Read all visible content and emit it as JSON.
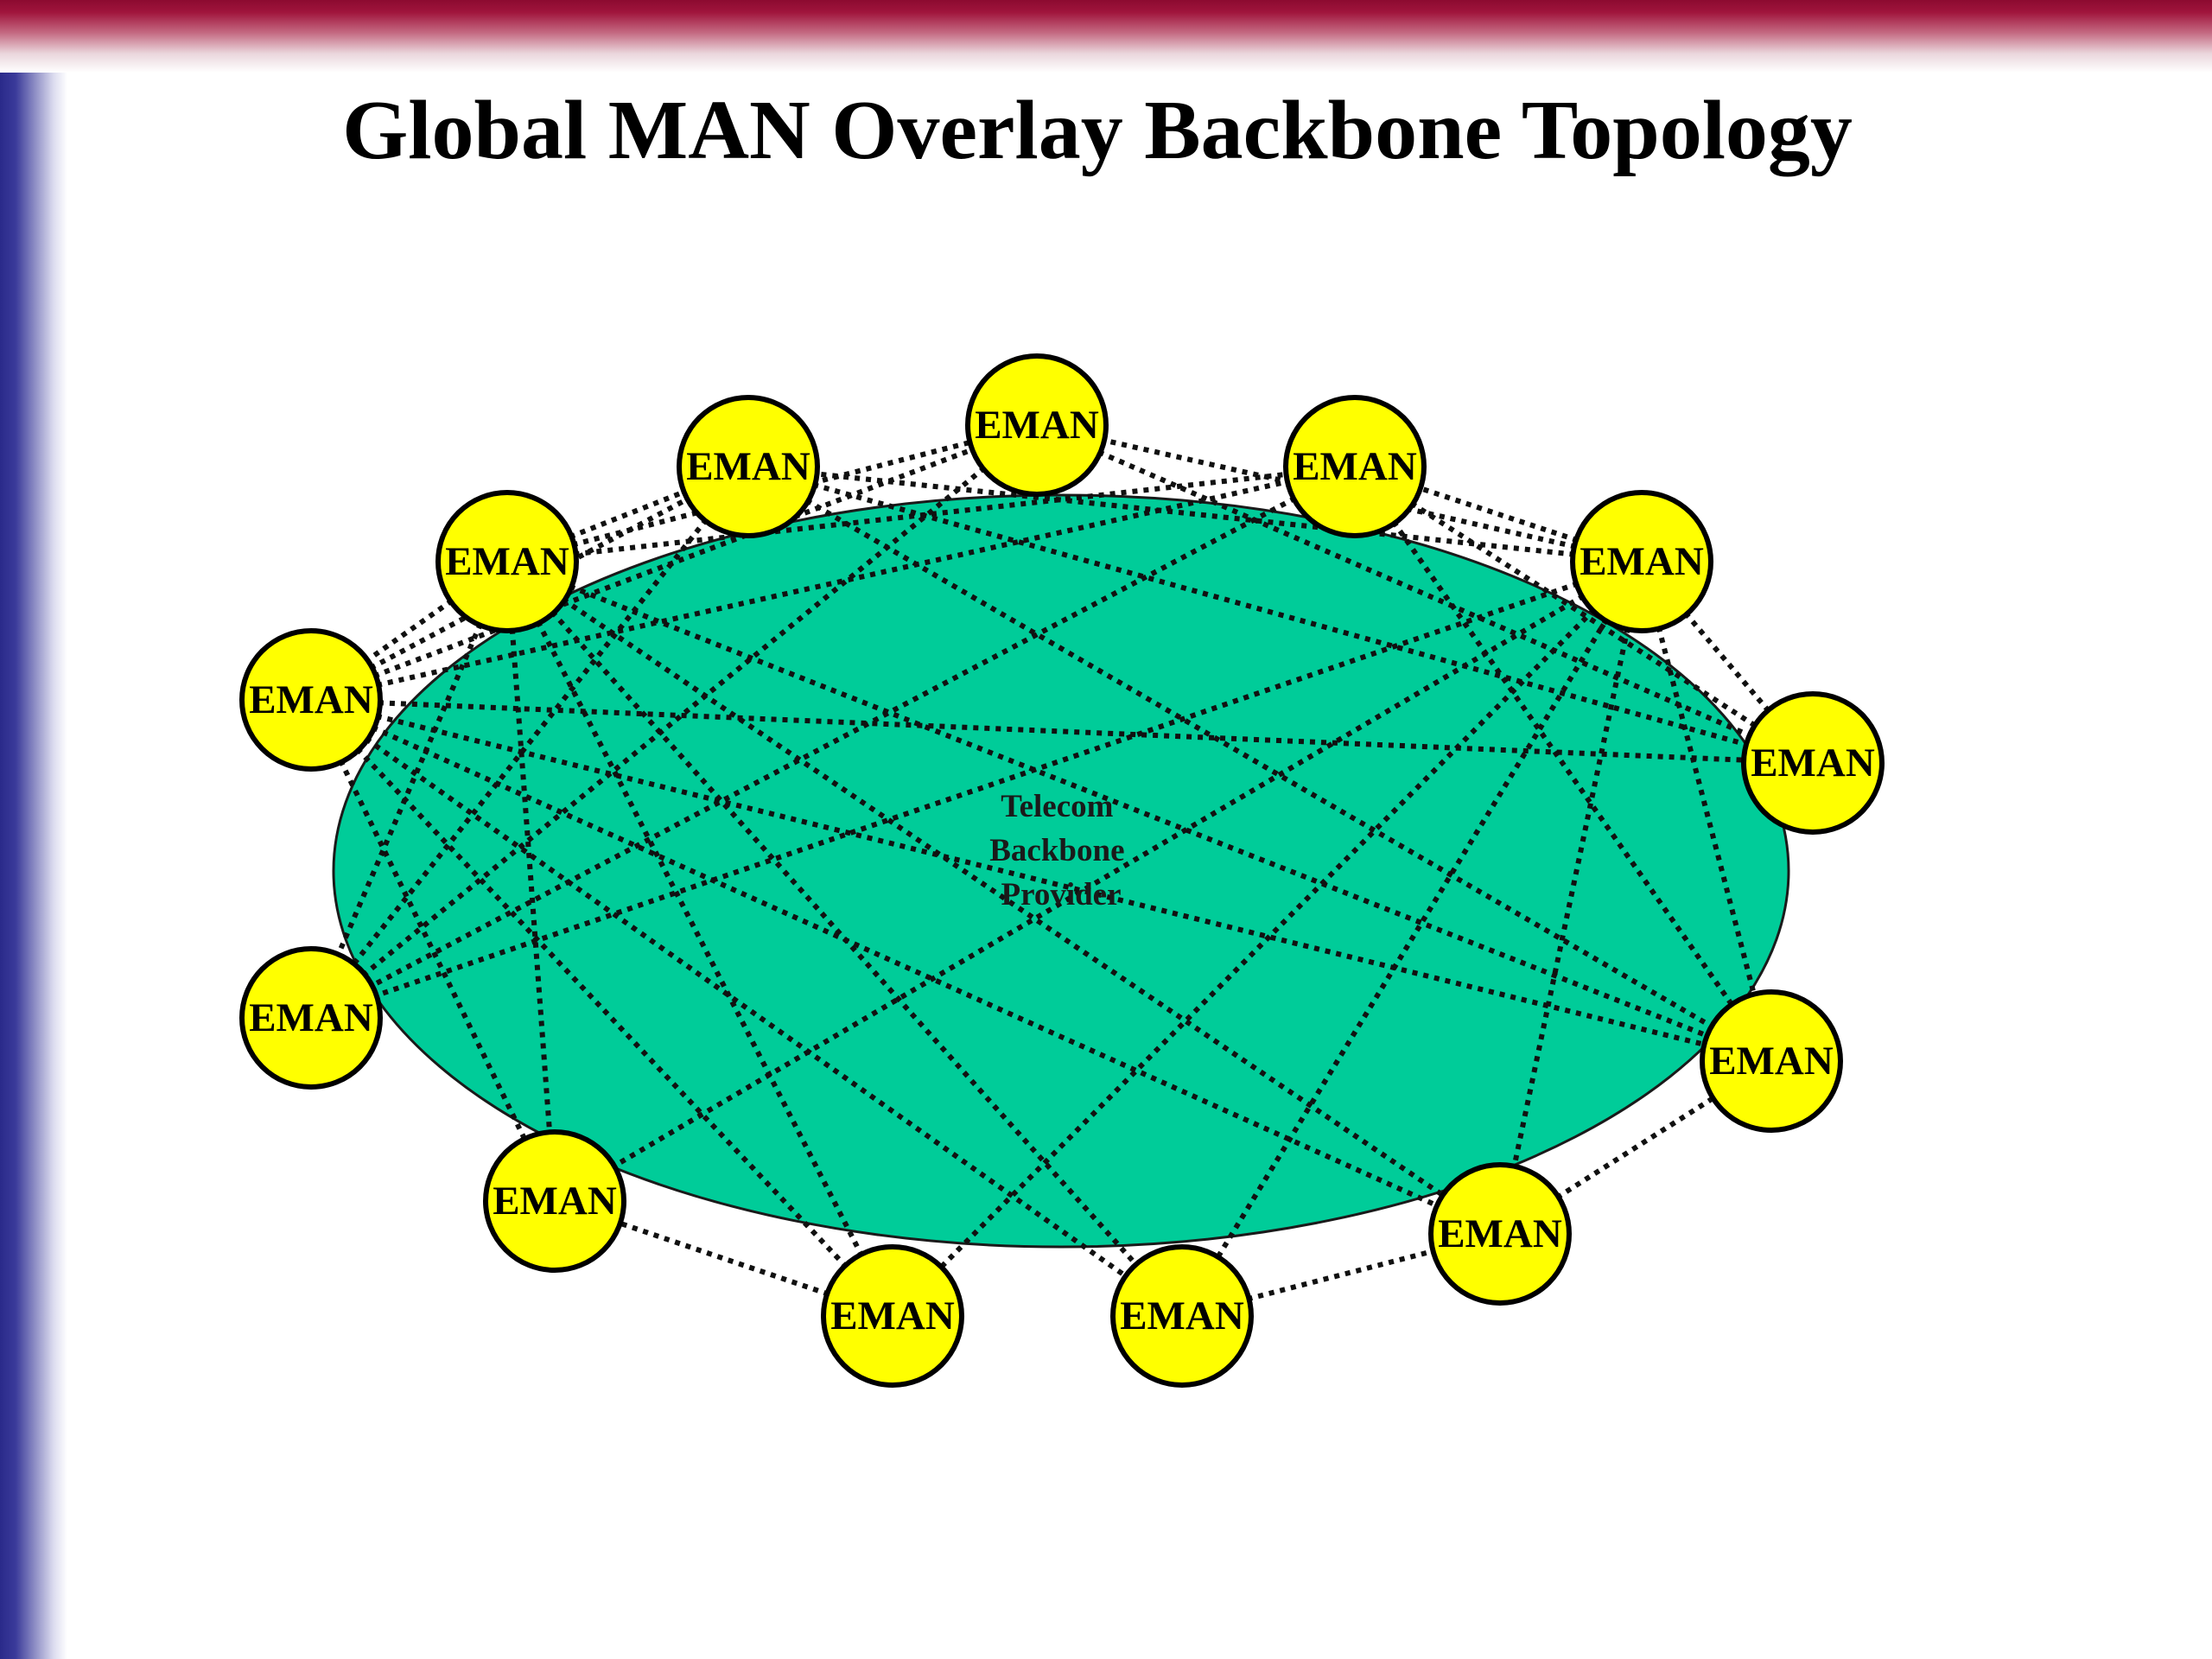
{
  "title": "Global MAN Overlay Backbone Topology",
  "backbone": {
    "label_lines": [
      "Telecom",
      "Backbone",
      "Provider"
    ],
    "fill_color": "#00cc99"
  },
  "node_style": {
    "fill_color": "#ffff00",
    "border_color": "#000000"
  },
  "nodes": [
    {
      "id": "n1",
      "label": "EMAN"
    },
    {
      "id": "n2",
      "label": "EMAN"
    },
    {
      "id": "n3",
      "label": "EMAN"
    },
    {
      "id": "n4",
      "label": "EMAN"
    },
    {
      "id": "n5",
      "label": "EMAN"
    },
    {
      "id": "n6",
      "label": "EMAN"
    },
    {
      "id": "n7",
      "label": "EMAN"
    },
    {
      "id": "n8",
      "label": "EMAN"
    },
    {
      "id": "n9",
      "label": "EMAN"
    },
    {
      "id": "n10",
      "label": "EMAN"
    },
    {
      "id": "n11",
      "label": "EMAN"
    },
    {
      "id": "n12",
      "label": "EMAN"
    },
    {
      "id": "n13",
      "label": "EMAN"
    }
  ],
  "links_style": "dotted",
  "links": [
    [
      "n4",
      "n2"
    ],
    [
      "n4",
      "n3"
    ],
    [
      "n4",
      "n1"
    ],
    [
      "n4",
      "n13"
    ],
    [
      "n4",
      "n12"
    ],
    [
      "n4",
      "n11"
    ],
    [
      "n4",
      "n10"
    ],
    [
      "n4",
      "n9"
    ],
    [
      "n4",
      "n8"
    ],
    [
      "n4",
      "n6"
    ],
    [
      "n5",
      "n3"
    ],
    [
      "n5",
      "n2"
    ],
    [
      "n5",
      "n1"
    ],
    [
      "n5",
      "n13"
    ],
    [
      "n5",
      "n12"
    ],
    [
      "n5",
      "n11"
    ],
    [
      "n5",
      "n10"
    ],
    [
      "n5",
      "n9"
    ],
    [
      "n5",
      "n8"
    ],
    [
      "n5",
      "n7"
    ],
    [
      "n6",
      "n3"
    ],
    [
      "n6",
      "n2"
    ],
    [
      "n6",
      "n1"
    ],
    [
      "n6",
      "n13"
    ],
    [
      "n6",
      "n12"
    ],
    [
      "n6",
      "n11"
    ],
    [
      "n6",
      "n10"
    ],
    [
      "n6",
      "n9"
    ],
    [
      "n6",
      "n7"
    ],
    [
      "n3",
      "n8"
    ],
    [
      "n3",
      "n9"
    ],
    [
      "n3",
      "n7"
    ],
    [
      "n2",
      "n7"
    ],
    [
      "n2",
      "n8"
    ],
    [
      "n2",
      "n9"
    ],
    [
      "n1",
      "n7"
    ],
    [
      "n1",
      "n8"
    ],
    [
      "n13",
      "n11"
    ],
    [
      "n12",
      "n10"
    ],
    [
      "n11",
      "n9"
    ]
  ]
}
